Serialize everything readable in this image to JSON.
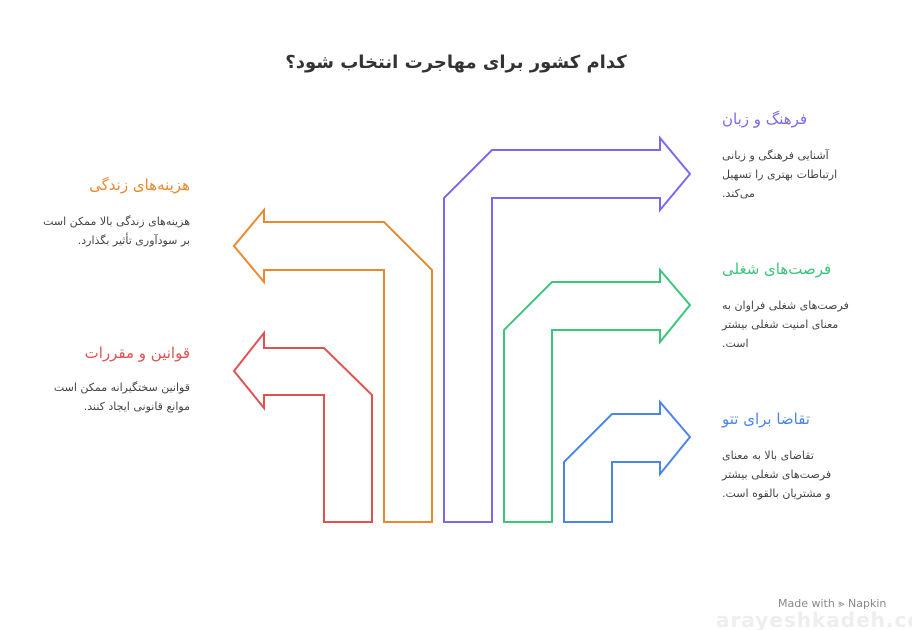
{
  "title": "کدام کشور برای مهاجرت انتخاب شود؟",
  "items": [
    {
      "heading": "فرهنگ و زبان",
      "text": "آشنایی فرهنگی و زبانی ارتباطات بهتری را تسهیل می‌کند.",
      "color": "#7b68ee"
    },
    {
      "heading": "فرصت‌های شغلی",
      "text": "فرصت‌های شغلی فراوان به معنای امنیت شغلی بیشتر است.",
      "color": "#3cc47c"
    },
    {
      "heading": "تقاضا برای تتو",
      "text": "تقاضای بالا به معنای فرصت‌های شغلی بیشتر و مشتریان بالقوه است.",
      "color": "#4a86e8"
    },
    {
      "heading": "هزینه‌های زندگی",
      "text": "هزینه‌های زندگی بالا ممکن است بر سودآوری تأثیر بگذارد.",
      "color": "#e8892e"
    },
    {
      "heading": "قوانین و مقررات",
      "text": "قوانین سختگیرانه ممکن است موانع قانونی ایجاد کنند.",
      "color": "#e05252"
    }
  ],
  "footer": {
    "made_with": "Made with ⪢ Napkin",
    "watermark": "arayeshkadeh.com"
  }
}
